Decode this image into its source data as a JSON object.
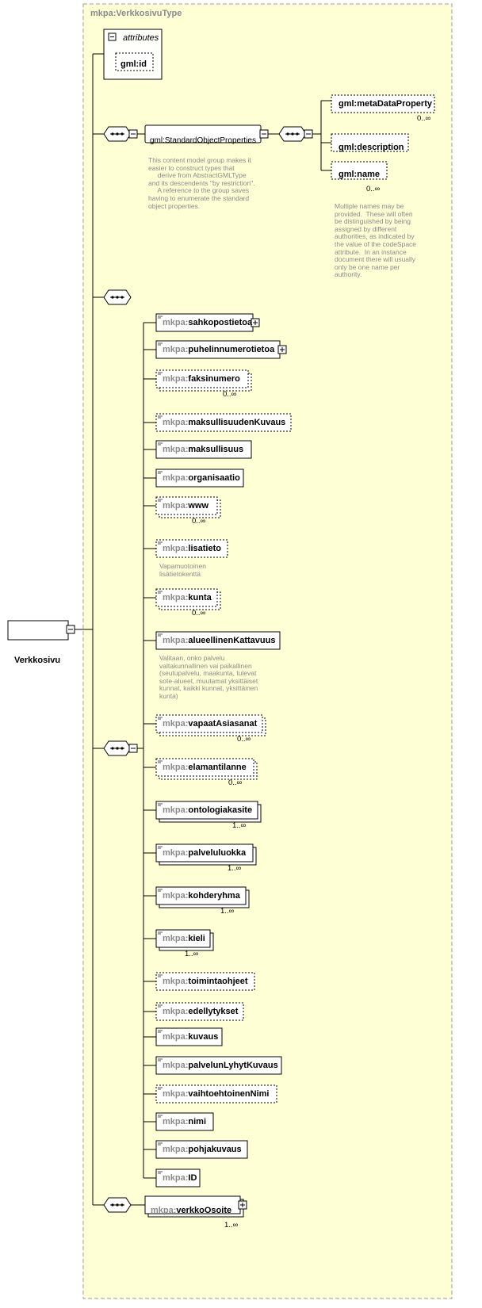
{
  "type_name": {
    "prefix": "mkpa:",
    "name": "VerkkosivuType"
  },
  "root_element": "Verkkosivu",
  "attributes_group": {
    "label": "attributes",
    "items": [
      {
        "prefix": "gml:",
        "name": "id"
      }
    ]
  },
  "standard_group": {
    "label": "gml:StandardObjectProperties",
    "doc": "This content model group makes it\neasier to construct types that\n     derive from AbstractGMLType\nand its descendents \"by restriction\".\n     A reference to the group saves\nhaving to enumerate the standard\nobject properties.",
    "items": [
      {
        "prefix": "gml:",
        "name": "metaDataProperty",
        "card": "0..∞"
      },
      {
        "prefix": "gml:",
        "name": "description",
        "card": ""
      },
      {
        "prefix": "gml:",
        "name": "name",
        "card": "0..∞"
      }
    ],
    "name_doc": "Multiple names may be\nprovided.  These will often\nbe distinguished by being\nassigned by different\nauthorities, as indicated by\nthe value of the codeSpace\nattribute.  In an instance\ndocument there will usually\nonly be one name per\nauthority."
  },
  "elements": [
    {
      "prefix": "mkpa:",
      "name": "sahkopostietoa",
      "card": "",
      "doc": ""
    },
    {
      "prefix": "mkpa:",
      "name": "puhelinnumerotietoa",
      "card": "",
      "doc": ""
    },
    {
      "prefix": "mkpa:",
      "name": "faksinumero",
      "card": "0..∞",
      "doc": ""
    },
    {
      "prefix": "mkpa:",
      "name": "maksullisuudenKuvaus",
      "card": "",
      "doc": ""
    },
    {
      "prefix": "mkpa:",
      "name": "maksullisuus",
      "card": "",
      "doc": ""
    },
    {
      "prefix": "mkpa:",
      "name": "organisaatio",
      "card": "",
      "doc": ""
    },
    {
      "prefix": "mkpa:",
      "name": "www",
      "card": "0..∞",
      "doc": ""
    },
    {
      "prefix": "mkpa:",
      "name": "lisatieto",
      "card": "",
      "doc": "Vapamuotoinen\nlisätietokenttä"
    },
    {
      "prefix": "mkpa:",
      "name": "kunta",
      "card": "0..∞",
      "doc": ""
    },
    {
      "prefix": "mkpa:",
      "name": "alueellinenKattavuus",
      "card": "",
      "doc": "Valitaan, onko palvelu\nvaltakunnallinen vai paikallinen\n(seutupalvelu, maakunta, tulevat\nsote-alueet, muutamat yksittäiset\nkunnat, kaikki kunnat, yksittäinen\nkunta)"
    },
    {
      "prefix": "mkpa:",
      "name": "vapaatAsiasanat",
      "card": "0..∞",
      "doc": ""
    },
    {
      "prefix": "mkpa:",
      "name": "elamantilanne",
      "card": "0..∞",
      "doc": ""
    },
    {
      "prefix": "mkpa:",
      "name": "ontologiakasite",
      "card": "1..∞",
      "doc": ""
    },
    {
      "prefix": "mkpa:",
      "name": "palveluluokka",
      "card": "1..∞",
      "doc": ""
    },
    {
      "prefix": "mkpa:",
      "name": "kohderyhma",
      "card": "1..∞",
      "doc": ""
    },
    {
      "prefix": "mkpa:",
      "name": "kieli",
      "card": "1..∞",
      "doc": ""
    },
    {
      "prefix": "mkpa:",
      "name": "toimintaohjeet",
      "card": "",
      "doc": ""
    },
    {
      "prefix": "mkpa:",
      "name": "edellytykset",
      "card": "",
      "doc": ""
    },
    {
      "prefix": "mkpa:",
      "name": "kuvaus",
      "card": "",
      "doc": ""
    },
    {
      "prefix": "mkpa:",
      "name": "palvelunLyhytKuvaus",
      "card": "",
      "doc": ""
    },
    {
      "prefix": "mkpa:",
      "name": "vaihtoehtoinenNimi",
      "card": "",
      "doc": ""
    },
    {
      "prefix": "mkpa:",
      "name": "nimi",
      "card": "",
      "doc": ""
    },
    {
      "prefix": "mkpa:",
      "name": "pohjakuvaus",
      "card": "",
      "doc": ""
    },
    {
      "prefix": "mkpa:",
      "name": "ID",
      "card": "",
      "doc": ""
    }
  ],
  "last_element": {
    "prefix": "mkpa:",
    "name": "verkkoOsoite",
    "card": "1..∞"
  }
}
